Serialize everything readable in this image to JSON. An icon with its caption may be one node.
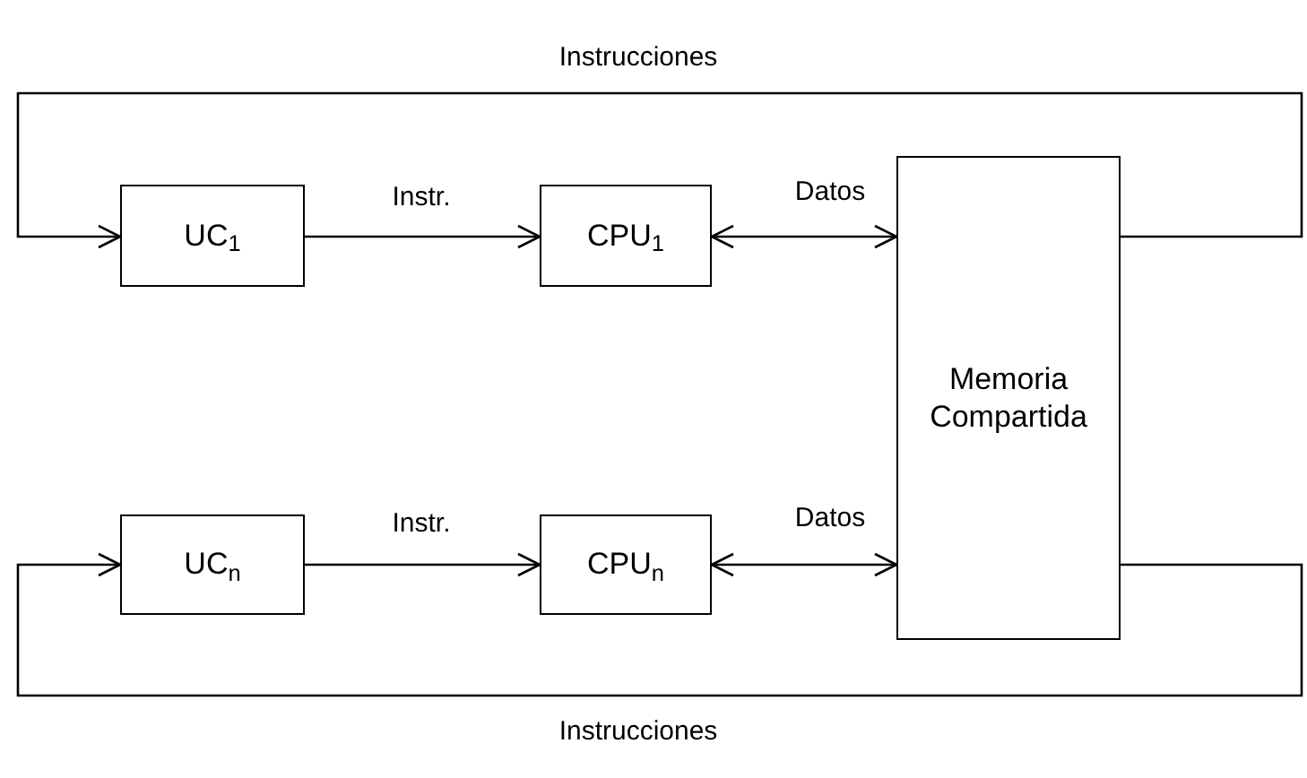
{
  "diagram": {
    "nodes": [
      {
        "text": [
          "UC$_{1}$"
        ]
      },
      {
        "text": [
          "CPU$_{1}$"
        ]
      },
      {
        "text": [
          "Memoria Compartida"
        ]
      },
      {
        "text": [
          "UC$_{n}$"
        ]
      },
      {
        "text": [
          "CPU$_{n}$"
        ]
      }
    ],
    "edges": [
      {
        "from": 0,
        "to": 1,
        "arrow": "to",
        "label": "Instr."
      },
      {
        "from": 1,
        "to": 2,
        "arrow": "both",
        "label": "Datos"
      },
      {
        "from": 2,
        "to": 0,
        "arrow": "to",
        "label": "Instrucciones"
      },
      {
        "from": 3,
        "to": 4,
        "arrow": "to",
        "label": "Instr."
      },
      {
        "from": 4,
        "to": 2,
        "arrow": "both",
        "label": "Datos"
      },
      {
        "from": 2,
        "to": 3,
        "arrow": "to",
        "label": "Instrucciones"
      }
    ]
  }
}
